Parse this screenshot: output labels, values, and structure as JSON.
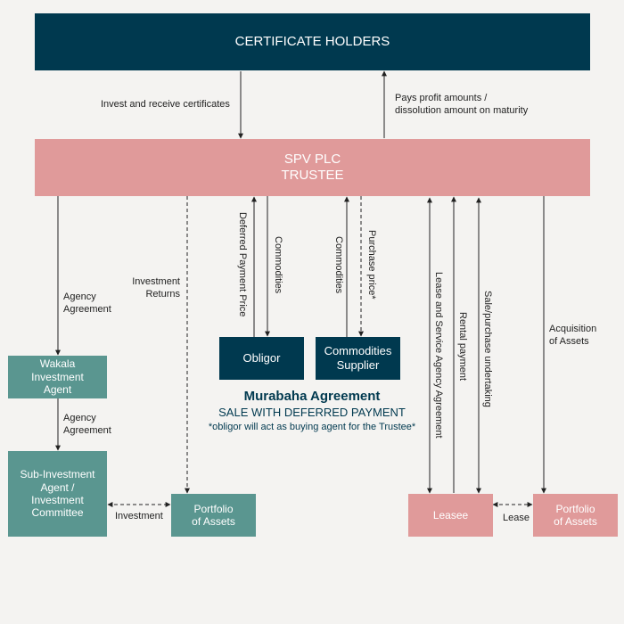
{
  "boxes": {
    "certificate_holders": "CERTIFICATE HOLDERS",
    "spv_line1": "SPV PLC",
    "spv_line2": "TRUSTEE",
    "obligor": "Obligor",
    "commodities_supplier_l1": "Commodities",
    "commodities_supplier_l2": "Supplier",
    "wakala_l1": "Wakala",
    "wakala_l2": "Investment",
    "wakala_l3": "Agent",
    "sub_l1": "Sub-Investment",
    "sub_l2": "Agent /",
    "sub_l3": "Investment",
    "sub_l4": "Committee",
    "portfolio_left_l1": "Portfolio",
    "portfolio_left_l2": "of Assets",
    "leasee": "Leasee",
    "portfolio_right_l1": "Portfolio",
    "portfolio_right_l2": "of Assets"
  },
  "labels": {
    "invest_receive": "Invest and receive certificates",
    "pays_profit_l1": "Pays profit amounts /",
    "pays_profit_l2": "dissolution amount on maturity",
    "agency_agreement_top_l1": "Agency",
    "agency_agreement_top_l2": "Agreement",
    "investment_returns_l1": "Investment",
    "investment_returns_l2": "Returns",
    "deferred_payment_price": "Deferred Payment Price",
    "commodities_1": "Commodities",
    "commodities_2": "Commodities",
    "purchase_price": "Purchase price*",
    "lease_service": "Lease and Service Agency Agreement",
    "rental_payment": "Rental payment",
    "sale_purchase": "Sale/purchase undertaking",
    "acquisition_l1": "Acquisition",
    "acquisition_l2": "of Assets",
    "agency_agreement_bottom_l1": "Agency",
    "agency_agreement_bottom_l2": "Agreement",
    "investment": "Investment",
    "lease": "Lease"
  },
  "murabaha": {
    "title": "Murabaha Agreement",
    "subtitle": "SALE WITH DEFERRED PAYMENT",
    "note": "*obligor will act as buying agent for the Trustee*"
  },
  "colors": {
    "navy": "#00394f",
    "pink": "#e09a9a",
    "teal": "#5a9690",
    "background": "#f4f3f1"
  }
}
